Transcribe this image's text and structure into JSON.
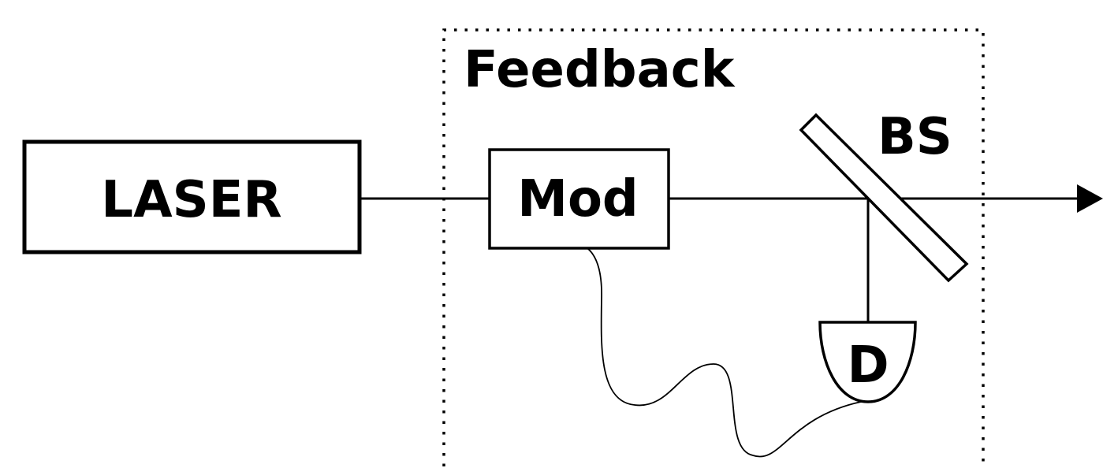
{
  "labels": {
    "laser": "LASER",
    "feedback": "Feedback",
    "modulator": "Mod",
    "beam_splitter": "BS",
    "detector": "D"
  },
  "colors": {
    "stroke": "#000000",
    "background": "#ffffff"
  }
}
